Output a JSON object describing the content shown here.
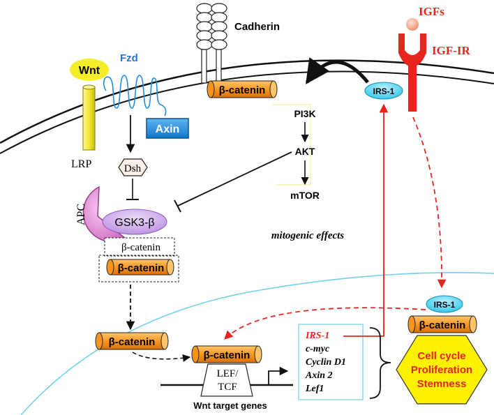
{
  "labels": {
    "wnt": "Wnt",
    "fzd": "Fzd",
    "lrp": "LRP",
    "axin": "Axin",
    "dsh": "Dsh",
    "apc": "APC",
    "gsk3b": "GSK3-β",
    "cadherin": "Cadherin",
    "igfs": "IGFs",
    "igf1r": "IGF-IR",
    "irs1_membrane": "IRS-1",
    "irs1_nucleus": "IRS-1",
    "pi3k": "PI3K",
    "akt": "AKT",
    "mtor": "mTOR",
    "mitogenic_effects": "mitogenic effects",
    "lef_tcf_line1": "LEF/",
    "lef_tcf_line2": "TCF",
    "wnt_target_genes": "Wnt target genes"
  },
  "beta_catenin": {
    "membrane": "β-catenin",
    "complex_dashed": "β-catenin",
    "complex_orange": "β-catenin",
    "cytoplasm": "β-catenin",
    "nuclear_tcf": "β-catenin",
    "nuclear_irs": "β-catenin"
  },
  "target_genes": [
    "IRS-1",
    "c-myc",
    "Cyclin D1",
    "Axin 2",
    "Lef1"
  ],
  "outcome": [
    "Cell cycle",
    "Proliferation",
    "Stemness"
  ],
  "colors": {
    "orange": "#f6941f",
    "yellow": "#f5e830",
    "pink": "#e58ed9",
    "purple": "#c9a3e8",
    "blue": "#1f8ee0",
    "red": "#e8241f",
    "cyan": "#2dc4e8",
    "outcome_text": "#e8241f",
    "fzd_label": "#2b6fd4"
  }
}
